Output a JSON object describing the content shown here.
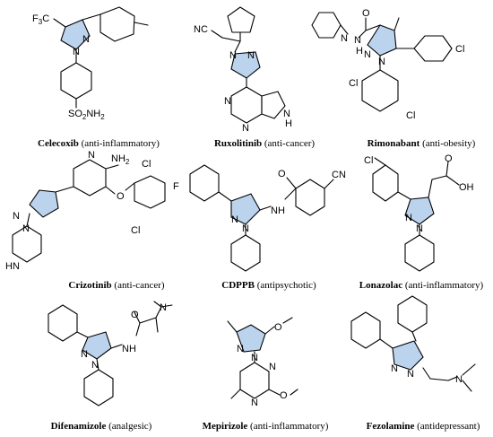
{
  "compounds": [
    {
      "name": "Celecoxib",
      "use": "(anti-inflammatory)"
    },
    {
      "name": "Ruxolitinib",
      "use": "(anti-cancer)"
    },
    {
      "name": "Rimonabant",
      "use": "(anti-obesity)"
    },
    {
      "name": "Crizotinib",
      "use": "(anti-cancer)"
    },
    {
      "name": "CDPPB",
      "use": "(antipsychotic)"
    },
    {
      "name": "Lonazolac",
      "use": "(anti-inflammatory)"
    },
    {
      "name": "Difenamizole",
      "use": "(analgesic)"
    },
    {
      "name": "Mepirizole",
      "use": "(anti-inflammatory)"
    },
    {
      "name": "Fezolamine",
      "use": "(antidepressant)"
    }
  ],
  "labels": {
    "celecoxib": {
      "cf3_a": "F",
      "cf3_b": "3",
      "cf3_c": "C",
      "n1": "N",
      "n2": "N",
      "s": "SO",
      "s_2": "2",
      "s_nh": "NH",
      "s_nh2": "2"
    },
    "ruxolitinib": {
      "cn": "NC",
      "n1": "N",
      "n2": "N",
      "n3": "N",
      "n4": "N",
      "nh": "N",
      "h": "H"
    },
    "rimonabant": {
      "n1": "N",
      "n2": "N",
      "nh_n": "N",
      "nh_h": "H",
      "pip_n": "N",
      "o": "O",
      "cl1": "Cl",
      "cl2": "Cl",
      "cl3": "Cl"
    },
    "crizotinib": {
      "nh2": "NH",
      "nh2_2": "2",
      "npyr": "N",
      "n1": "N",
      "n2": "N",
      "o": "O",
      "cl1": "Cl",
      "cl2": "Cl",
      "f": "F",
      "hn": "HN"
    },
    "cdppb": {
      "n1": "N",
      "n2": "N",
      "nh": "NH",
      "o": "O",
      "cn": "CN"
    },
    "lonazolac": {
      "n1": "N",
      "n2": "N",
      "cl": "Cl",
      "o": "O",
      "oh": "OH"
    },
    "difenamizole": {
      "n1": "N",
      "n2": "N",
      "nh": "NH",
      "o": "O",
      "nme2": "N"
    },
    "mepirizole": {
      "n1": "N",
      "n2": "N",
      "n3": "N",
      "n4": "N",
      "o1": "O",
      "o2": "O"
    },
    "fezolamine": {
      "n1": "N",
      "n2": "N",
      "nme2": "N"
    }
  }
}
